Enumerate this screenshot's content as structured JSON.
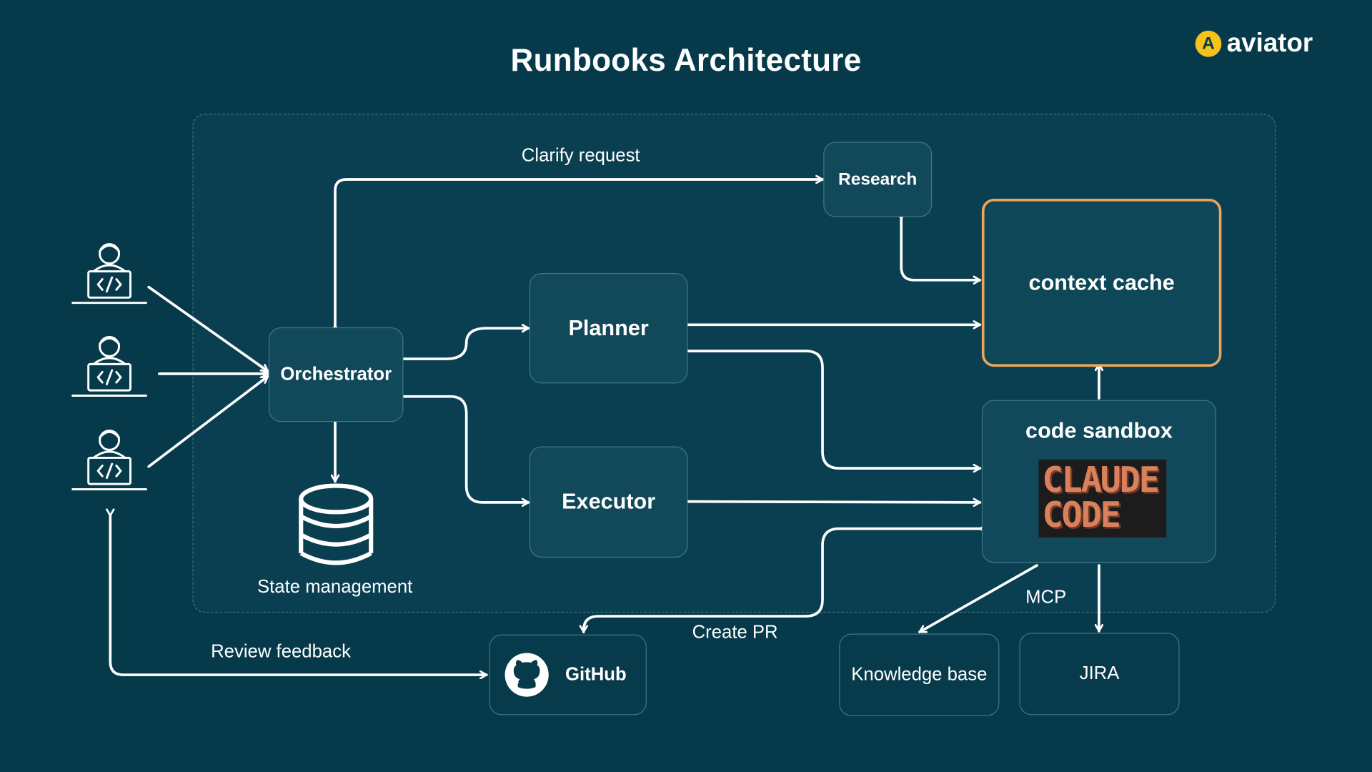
{
  "title": "Runbooks Architecture",
  "logo": {
    "text": "aviator",
    "badge": "A",
    "badge_color": "#f4c21b"
  },
  "nodes": {
    "orchestrator": "Orchestrator",
    "planner": "Planner",
    "executor": "Executor",
    "research": "Research",
    "context_cache": "context cache",
    "code_sandbox": "code sandbox",
    "github": "GitHub",
    "knowledge_base": "Knowledge base",
    "jira": "JIRA",
    "state_management": "State management"
  },
  "claude_code": {
    "line1": "CLAUDE",
    "line2": "CODE"
  },
  "edge_labels": {
    "clarify_request": "Clarify request",
    "create_pr": "Create PR",
    "review_feedback": "Review feedback",
    "mcp": "MCP"
  },
  "colors": {
    "background": "#063a4a",
    "box_fill": "#11495b",
    "cache_border": "#e9a55a",
    "wire": "#ffffff"
  }
}
